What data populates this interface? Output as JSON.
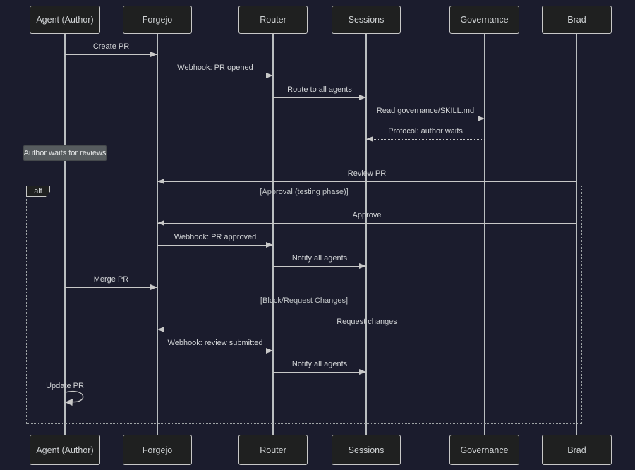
{
  "diagram": {
    "type": "sequence-diagram",
    "actors": [
      {
        "name": "Agent (Author)"
      },
      {
        "name": "Forgejo"
      },
      {
        "name": "Router"
      },
      {
        "name": "Sessions"
      },
      {
        "name": "Governance"
      },
      {
        "name": "Brad"
      }
    ],
    "messages": [
      {
        "label": "Create PR",
        "from": "Agent (Author)",
        "to": "Forgejo",
        "style": "solid"
      },
      {
        "label": "Webhook: PR opened",
        "from": "Forgejo",
        "to": "Router",
        "style": "solid"
      },
      {
        "label": "Route to all agents",
        "from": "Router",
        "to": "Sessions",
        "style": "solid"
      },
      {
        "label": "Read governance/SKILL.md",
        "from": "Sessions",
        "to": "Governance",
        "style": "solid"
      },
      {
        "label": "Protocol: author waits",
        "from": "Governance",
        "to": "Sessions",
        "style": "dotted"
      },
      {
        "label": "Review PR",
        "from": "Brad",
        "to": "Forgejo",
        "style": "solid"
      },
      {
        "label": "Approve",
        "from": "Brad",
        "to": "Forgejo",
        "style": "solid"
      },
      {
        "label": "Webhook: PR approved",
        "from": "Forgejo",
        "to": "Router",
        "style": "solid"
      },
      {
        "label": "Notify all agents",
        "from": "Router",
        "to": "Sessions",
        "style": "solid"
      },
      {
        "label": "Merge PR",
        "from": "Agent (Author)",
        "to": "Forgejo",
        "style": "solid"
      },
      {
        "label": "Request changes",
        "from": "Brad",
        "to": "Forgejo",
        "style": "solid"
      },
      {
        "label": "Webhook: review submitted",
        "from": "Forgejo",
        "to": "Router",
        "style": "solid"
      },
      {
        "label": "Notify all agents",
        "from": "Router",
        "to": "Sessions",
        "style": "solid"
      },
      {
        "label": "Update PR",
        "from": "Agent (Author)",
        "to": "Agent (Author)",
        "style": "self"
      }
    ],
    "note": {
      "text": "Author waits for reviews",
      "over": "Agent (Author)"
    },
    "alt_frame": {
      "tag": "alt",
      "case1": "[Approval (testing phase)]",
      "case2": "[Block/Request Changes]"
    },
    "colors": {
      "background": "#1b1c2d",
      "actor_fill": "#1f2020",
      "actor_border": "#c8c8c8",
      "line": "#c8c8c8",
      "note_fill": "#565b5e",
      "text": "#d2d4d6"
    }
  }
}
